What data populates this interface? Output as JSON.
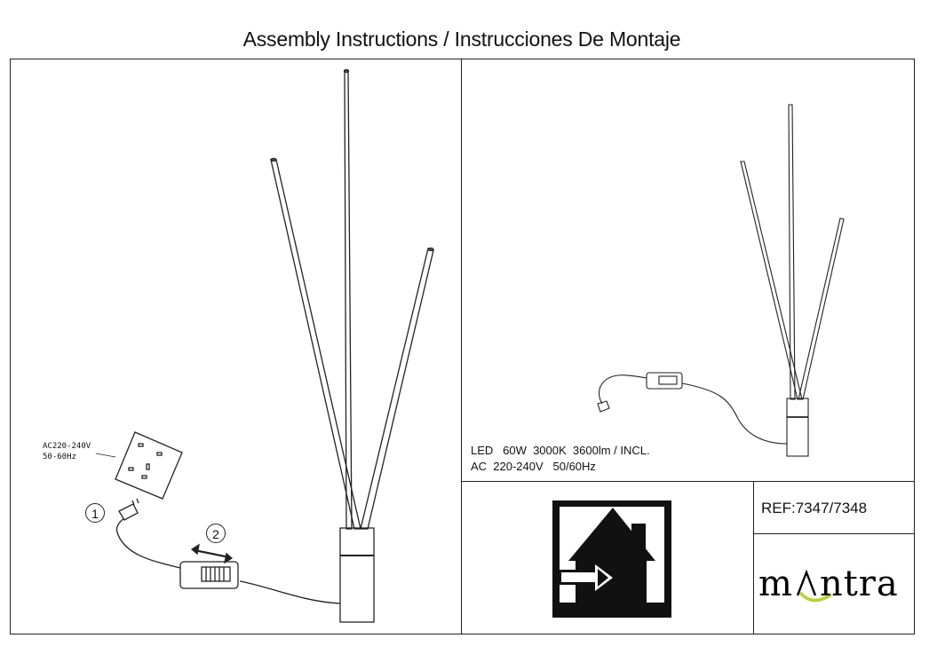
{
  "document": {
    "title": "Assembly Instructions / Instrucciones De Montaje"
  },
  "left_panel": {
    "outlet_label_line1": "AC220-240V",
    "outlet_label_line2": "50-60Hz",
    "step1": "1",
    "step2": "2"
  },
  "right_panel": {
    "spec_line1": "LED   60W  3000K  3600lm / INCL.",
    "spec_line2": "AC  220-240V   50/60Hz"
  },
  "info": {
    "reference": "REF:7347/7348",
    "brand_prefix": "m",
    "brand_suffix": "ntra",
    "icon": "indoor-use-house-icon"
  }
}
